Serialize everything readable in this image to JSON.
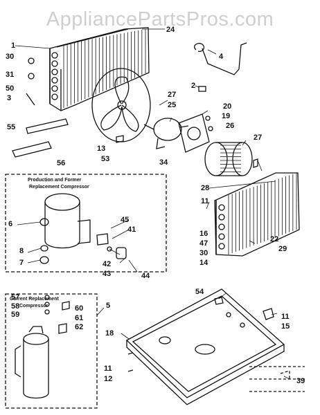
{
  "watermark": "AppliancePartsPros.com",
  "boxes": {
    "production": {
      "line1": "Production and Former",
      "line2": "Replacement Compressor"
    },
    "current": {
      "line1": "Current Replacement",
      "line2": "Compressor"
    }
  },
  "labels": {
    "l1": "1",
    "l24": "24",
    "l30a": "30",
    "l31": "31",
    "l50": "50",
    "l3": "3",
    "l4": "4",
    "l2": "2",
    "l27a": "27",
    "l25": "25",
    "l20": "20",
    "l19": "19",
    "l26": "26",
    "l55": "55",
    "l13": "13",
    "l53": "53",
    "l56": "56",
    "l34": "34",
    "l27b": "27",
    "l28": "28",
    "l11a": "11",
    "l6": "6",
    "l45": "45",
    "l41": "41",
    "l16": "16",
    "l47": "47",
    "l30b": "30",
    "l14": "14",
    "l22": "22",
    "l29": "29",
    "l8": "8",
    "l7": "7",
    "l42": "42",
    "l43": "43",
    "l44": "44",
    "l5": "5",
    "l54": "54",
    "l57": "57",
    "l58": "58",
    "l59": "59",
    "l60": "60",
    "l61": "61",
    "l62": "62",
    "l11b": "11",
    "l15": "15",
    "l18": "18",
    "l11c": "11",
    "l12": "12",
    "l39": "39"
  }
}
